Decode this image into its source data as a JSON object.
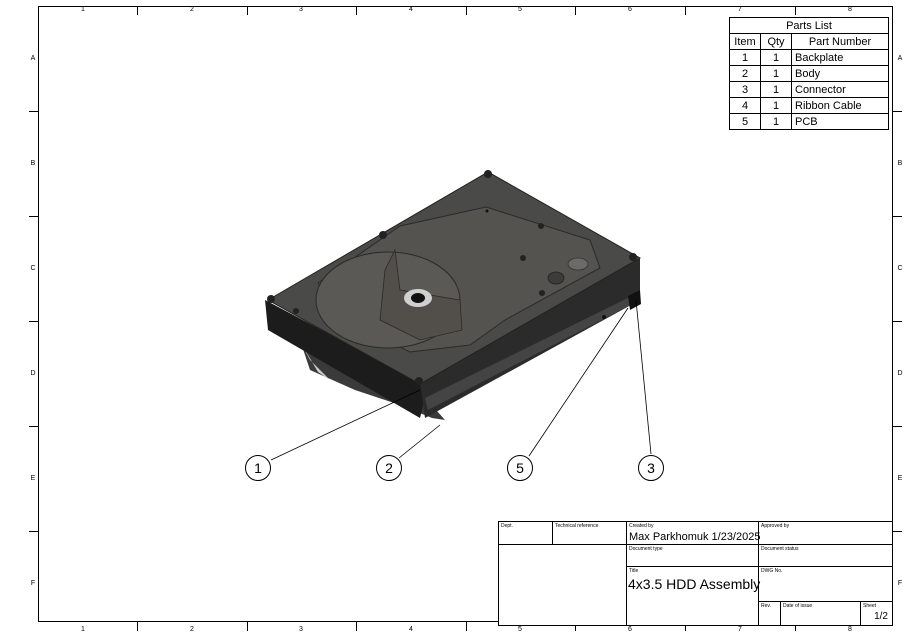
{
  "zones": {
    "columns": [
      "1",
      "2",
      "3",
      "4",
      "5",
      "6",
      "7",
      "8"
    ],
    "rows": [
      "A",
      "B",
      "C",
      "D",
      "E",
      "F"
    ]
  },
  "parts_list": {
    "title": "Parts List",
    "headers": [
      "Item",
      "Qty",
      "Part Number"
    ],
    "rows": [
      {
        "item": "1",
        "qty": "1",
        "part": "Backplate"
      },
      {
        "item": "2",
        "qty": "1",
        "part": "Body"
      },
      {
        "item": "3",
        "qty": "1",
        "part": "Connector"
      },
      {
        "item": "4",
        "qty": "1",
        "part": "Ribbon Cable"
      },
      {
        "item": "5",
        "qty": "1",
        "part": "PCB"
      }
    ]
  },
  "callouts": [
    "1",
    "2",
    "5",
    "3"
  ],
  "title_block": {
    "dept_label": "Dept.",
    "tech_ref_label": "Technical reference",
    "created_by_label": "Created by",
    "created_by": "Max Parkhomuk 1/23/2025",
    "approved_by_label": "Approved by",
    "doc_type_label": "Document type",
    "doc_status_label": "Document status",
    "title_label": "Title",
    "title": "4x3.5 HDD Assembly",
    "dwg_no_label": "DWG No.",
    "rev_label": "Rev.",
    "date_issue_label": "Date of issue",
    "sheet_label": "Sheet",
    "sheet": "1/2"
  }
}
